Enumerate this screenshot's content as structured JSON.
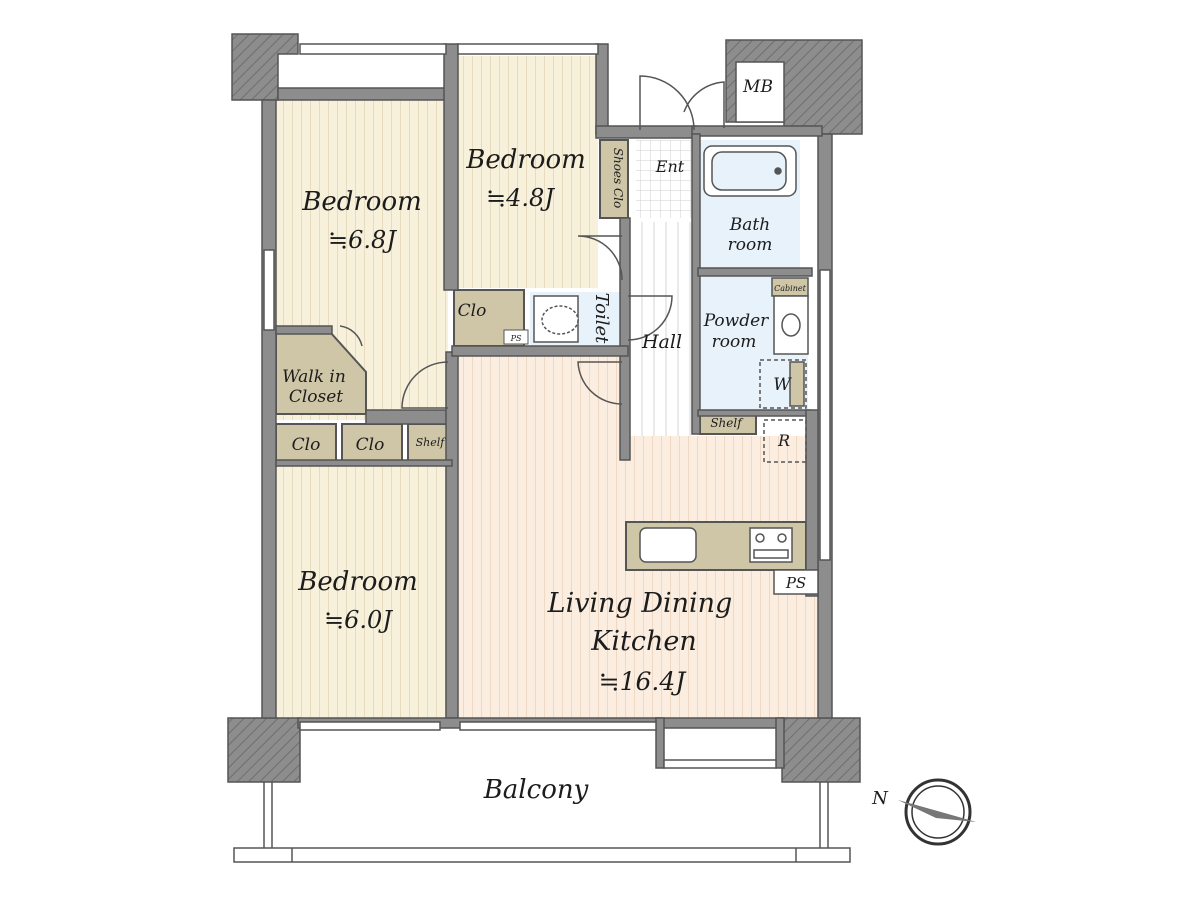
{
  "rooms": {
    "bedroom_nw": {
      "name": "Bedroom",
      "size": "≒6.8J"
    },
    "bedroom_n": {
      "name": "Bedroom",
      "size": "≒4.8J"
    },
    "bedroom_sw": {
      "name": "Bedroom",
      "size": "≒6.0J"
    },
    "ldk": {
      "line1": "Living Dining",
      "line2": "Kitchen",
      "size": "≒16.4J"
    },
    "balcony": "Balcony",
    "walk_in": {
      "line1": "Walk in",
      "line2": "Closet"
    },
    "bath": {
      "line1": "Bath",
      "line2": "room"
    },
    "powder": {
      "line1": "Powder",
      "line2": "room"
    },
    "hall": "Hall",
    "toilet": "Toilet",
    "entrance": "Ent",
    "shoes_closet": "Shoes Clo",
    "closet_toilet": "Clo",
    "closet_a": "Clo",
    "closet_b": "Clo",
    "shelf_left": "Shelf",
    "shelf_powder": "Shelf",
    "cabinet": "Cabinet",
    "washer": "W",
    "refrigerator": "R",
    "ps_toilet": "PS",
    "ps_kitchen": "PS",
    "meter_box": "MB"
  },
  "compass": {
    "north_label": "N"
  },
  "colors": {
    "wall": "#8d8d8d",
    "wall_outline": "#555555",
    "bedroom_floor": "#f7f1dc",
    "ldk_floor": "#fbeee0",
    "wet_floor": "#e8f2fb",
    "storage": "#cfc6a8",
    "hall_floor": "#ffffff"
  }
}
